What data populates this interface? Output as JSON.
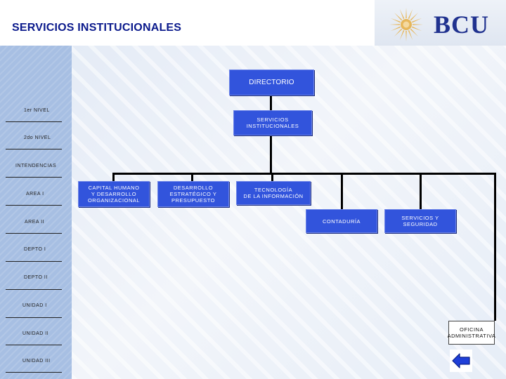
{
  "header": {
    "title": "SERVICIOS INSTITUCIONALES"
  },
  "logo": {
    "text": "BCU",
    "icon": "sun-icon",
    "sun_color": "#e7b75a",
    "text_color": "#20328f"
  },
  "sidebar": {
    "levels": [
      "1er NIVEL",
      "2do NIVEL",
      "INTENDENCIAS",
      "AREA I",
      "AREA II",
      "DEPTO I",
      "DEPTO II",
      "UNIDAD I",
      "UNIDAD II",
      "UNIDAD III"
    ]
  },
  "chart": {
    "nodes": {
      "directorio": "DIRECTORIO",
      "servicios": "SERVICIOS\nINSTITUCIONALES",
      "capital": "CAPITAL HUMANO\nY DESARROLLO\nORGANIZACIONAL",
      "desarrollo": "DESARROLLO\nESTRATÉGICO Y\nPRESUPUESTO",
      "tecnologia": "TECNOLOGÍA\nDE LA INFORMACIÓN",
      "contaduria": "CONTADURÍA",
      "seguridad": "SERVICIOS Y\nSEGURIDAD",
      "oficina": "OFICINA\nADMINISTRATIVA"
    }
  },
  "nav": {
    "back_icon": "back-arrow-icon"
  },
  "colors": {
    "node": "#3254dc",
    "sidebar": "#a7bfe3",
    "title": "#0b1a8c"
  }
}
